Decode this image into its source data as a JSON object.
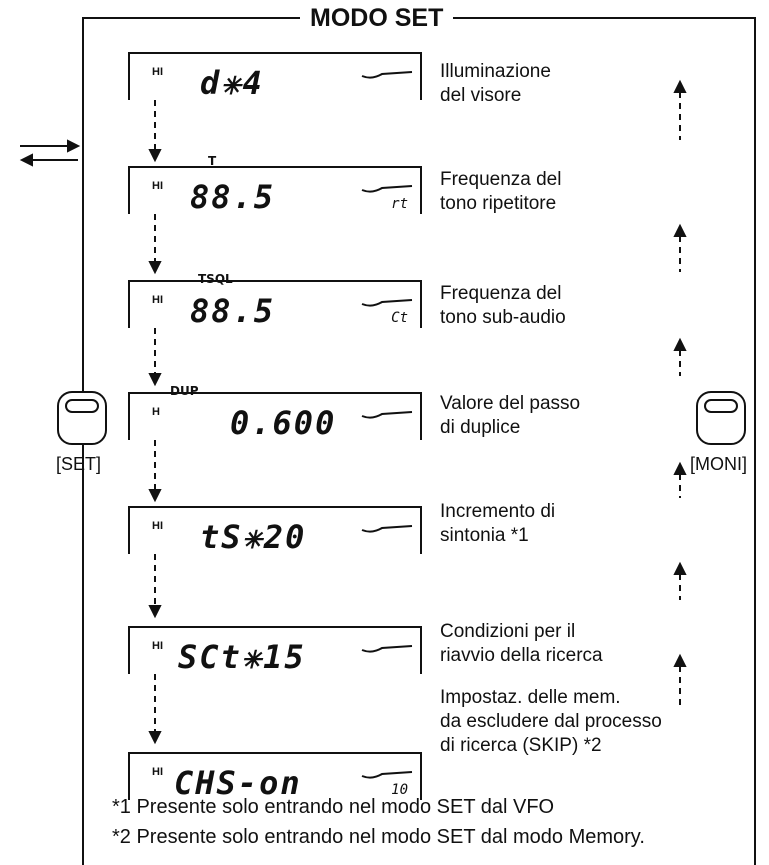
{
  "title": "MODO SET",
  "screens": [
    {
      "hi": "HI",
      "segment": "d✳4",
      "sub": "",
      "label": "Illuminazione\ndel visore"
    },
    {
      "hi": "HI",
      "segment": "88.5",
      "sub": "rt",
      "indicator": "T",
      "label": "Frequenza del\ntono ripetitore"
    },
    {
      "hi": "HI",
      "segment": "88.5",
      "sub": "Ct",
      "indicator": "TSQL",
      "label": "Frequenza del\ntono sub-audio"
    },
    {
      "hi": "H",
      "segment": "0.600",
      "sub": "",
      "indicator": "DUP",
      "label": "Valore del passo\ndi duplice"
    },
    {
      "hi": "HI",
      "segment": "tS✳20",
      "sub": "",
      "label": "Incremento di\nsintonia *1"
    },
    {
      "hi": "HI",
      "segment": "SCt✳15",
      "sub": "",
      "label": "Condizioni per il\nriavvio della ricerca"
    },
    {
      "hi": "HI",
      "segment": "CHS-on",
      "sub": "10",
      "label": "Impostaz. delle mem.\nda escludere dal processo\ndi ricerca (SKIP) *2"
    }
  ],
  "buttons": {
    "set": "[SET]",
    "moni": "[MONI]"
  },
  "notes": [
    "*1 Presente solo entrando nel modo SET dal VFO",
    "*2 Presente solo entrando nel modo SET dal modo Memory."
  ],
  "icons": {
    "meter": "signal-meter-icon",
    "button": "rounded-button-icon",
    "arrow": "arrow-icon"
  }
}
